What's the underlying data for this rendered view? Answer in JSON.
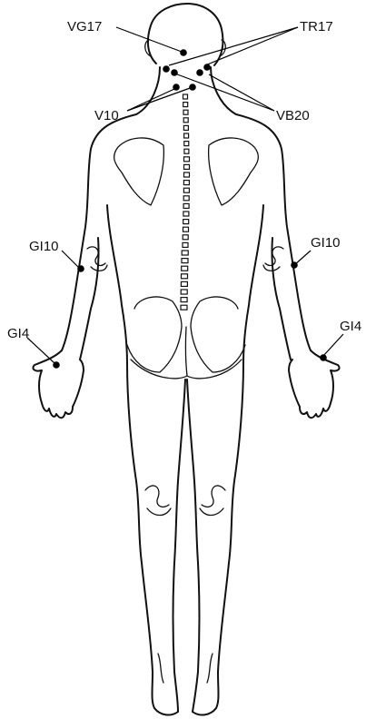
{
  "labels": {
    "vg17": "VG17",
    "tr17": "TR17",
    "v10": "V10",
    "vb20": "VB20",
    "gi10_left": "GI10",
    "gi10_right": "GI10",
    "gi4_left": "GI4",
    "gi4_right": "GI4"
  },
  "colors": {
    "line": "#111111",
    "background": "#ffffff",
    "point": "#000000"
  }
}
